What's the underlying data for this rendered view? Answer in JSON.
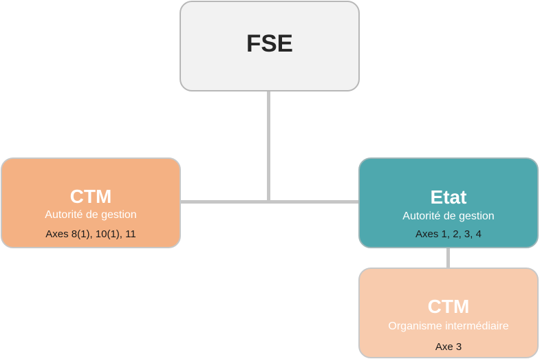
{
  "diagram": {
    "root": {
      "title": "FSE"
    },
    "left": {
      "title": "CTM",
      "subtitle": "Autorité de gestion",
      "axes": "Axes 8(1), 10(1), 11"
    },
    "right": {
      "title": "Etat",
      "subtitle": "Autorité de gestion",
      "axes": "Axes 1, 2, 3, 4"
    },
    "bottom": {
      "title": "CTM",
      "subtitle": "Organisme intermédiaire",
      "axes": "Axe 3"
    }
  },
  "colors": {
    "root_fill": "#f2f2f2",
    "left_fill": "#f4b183",
    "right_fill": "#4ea8ae",
    "bottom_fill": "#f8cbad",
    "connector": "#c6c6c6"
  }
}
